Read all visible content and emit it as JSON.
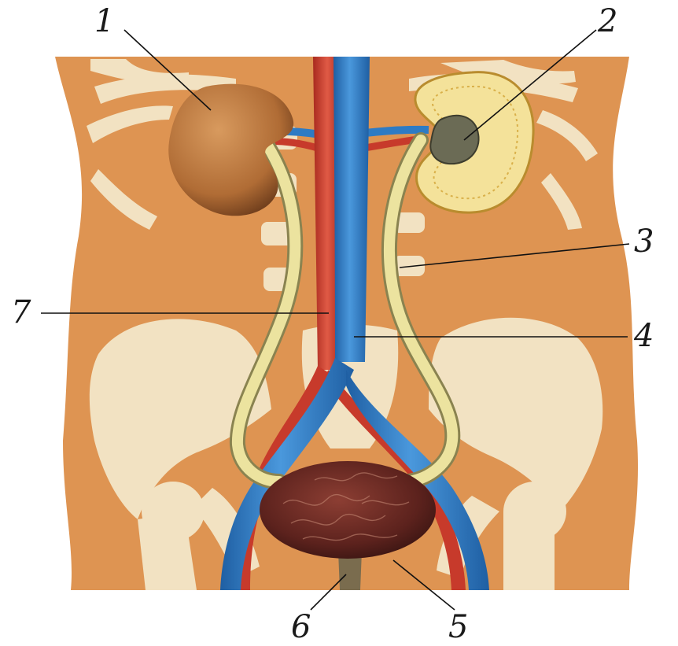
{
  "callouts": [
    {
      "id": "c1",
      "label": "1"
    },
    {
      "id": "c2",
      "label": "2"
    },
    {
      "id": "c3",
      "label": "3"
    },
    {
      "id": "c4",
      "label": "4"
    },
    {
      "id": "c5",
      "label": "5"
    },
    {
      "id": "c6",
      "label": "6"
    },
    {
      "id": "c7",
      "label": "7"
    }
  ],
  "colors": {
    "body": "#de9452",
    "bone": "#f2e2c2",
    "kidney": "#b9743c",
    "kidney_section": "#f4e29a",
    "ureter": "#e8df9c",
    "aorta": "#d2402e",
    "vena_cava": "#2e7bc4",
    "bladder": "#6e2b24"
  }
}
